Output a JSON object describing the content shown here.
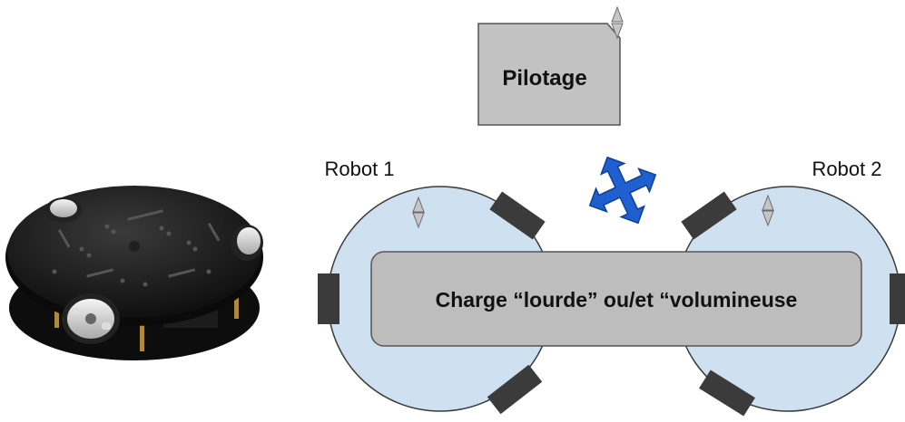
{
  "diagram": {
    "pilot_box": {
      "label": "Pilotage"
    },
    "robot_1": {
      "label": "Robot 1"
    },
    "robot_2": {
      "label": "Robot 2"
    },
    "load": {
      "label": "Charge “lourde” ou/et “volumineuse"
    }
  },
  "photo": {
    "subject": "omnidirectional-robot-chassis"
  },
  "colors": {
    "robot_fill": "#cfe0f1",
    "robot_stroke": "#3a3a3a",
    "load_fill": "#bdbdbd",
    "pilot_fill": "#c2c2c2",
    "wheel": "#3b3b3b",
    "move_icon": "#1f5fd0"
  }
}
